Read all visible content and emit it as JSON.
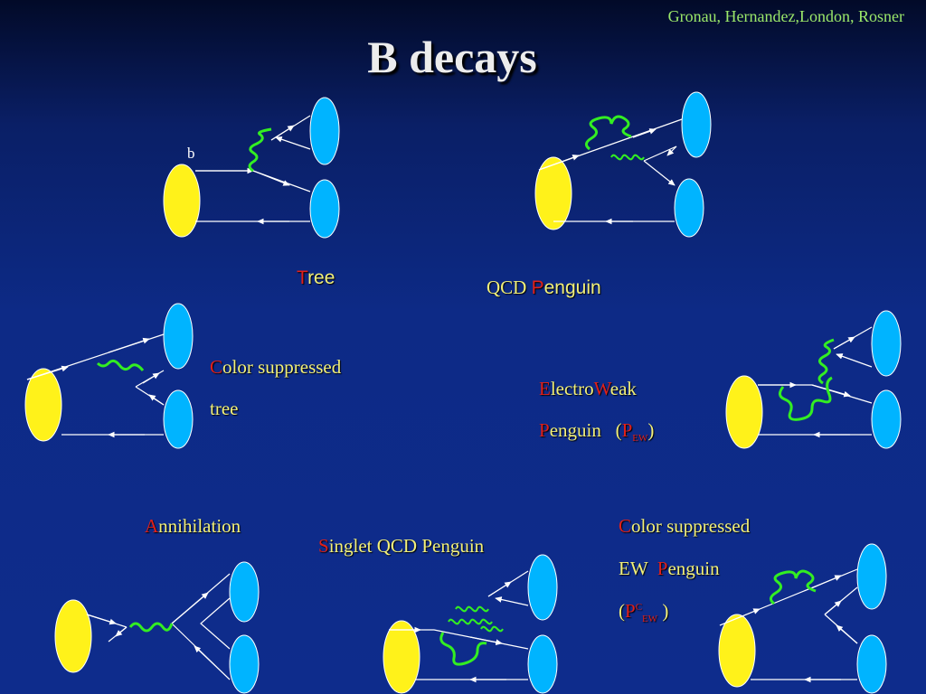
{
  "credit": "Gronau, Hernandez,London, Rosner",
  "title": "B decays",
  "b_quark_label": "b",
  "tree": {
    "first_letter": "T",
    "rest": "ree"
  },
  "qcd_penguin": {
    "prefix": "QCD ",
    "first_letter": "P",
    "rest": "enguin"
  },
  "color_suppressed_tree": {
    "first_letter": "C",
    "rest": "olor suppressed",
    "line2": "tree"
  },
  "electroweak_penguin": {
    "l1_a": "E",
    "l1_b": "lectro",
    "l1_c": "W",
    "l1_d": "eak",
    "l2_a": "P",
    "l2_b": "enguin   (",
    "l2_c": "P",
    "l2_sub": "EW",
    "l2_d": ")"
  },
  "annihilation": {
    "first_letter": "A",
    "rest": "nnihilation"
  },
  "singlet_qcd_penguin": {
    "first_letter": "S",
    "rest": "inglet QCD Penguin"
  },
  "color_suppressed_ew_penguin": {
    "l1_a": "C",
    "l1_b": "olor suppressed",
    "l2_a": "EW  ",
    "l2_b": "P",
    "l2_c": "enguin",
    "l3_a": "(",
    "l3_p": "P",
    "l3_sup": "C",
    "l3_sub": "EW",
    "l3_b": " )"
  },
  "colors": {
    "background": "#0d2a86",
    "meson_initial": "#fff21a",
    "meson_final": "#00b4ff",
    "boson": "#33ee22",
    "label_text": "#f2f07a",
    "highlight": "#e0201a",
    "credit": "#9be86a"
  }
}
